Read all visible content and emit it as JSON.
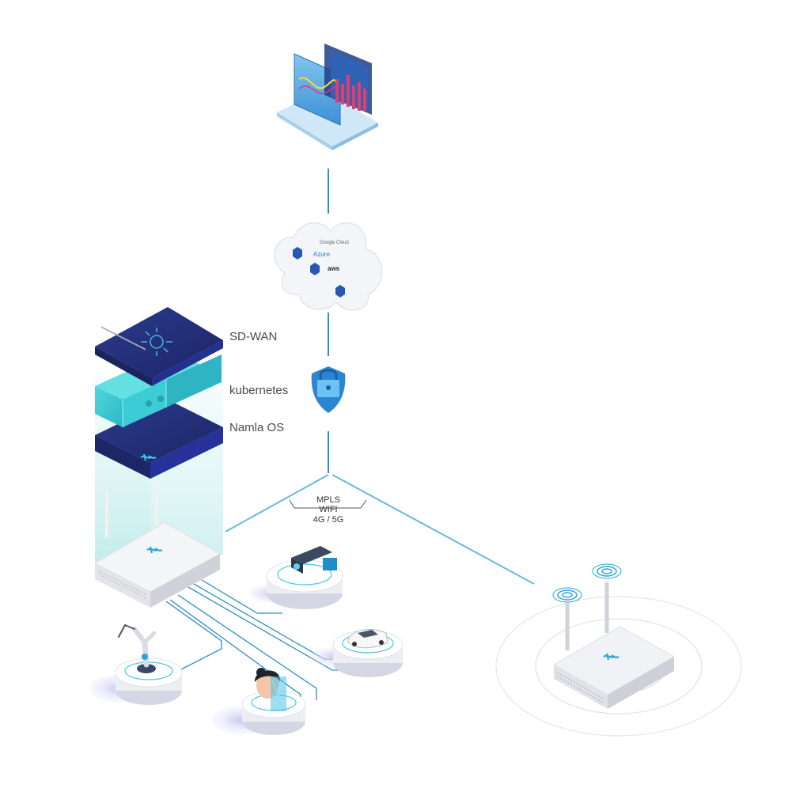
{
  "stack_layers": {
    "sdwan": "SD-WAN",
    "kubernetes": "kubernetes",
    "os": "Namla OS"
  },
  "network_links": [
    "MPLS",
    "WIFI",
    "4G / 5G"
  ],
  "cloud_providers": [
    "Google Cloud",
    "Azure",
    "aws"
  ],
  "icons": {
    "laptop": "laptop-dashboard-icon",
    "cloud": "cloud-icon",
    "lock": "security-lock-icon",
    "edge_box": "edge-gateway-icon",
    "router": "wifi-router-icon",
    "camera": "security-camera-icon",
    "car": "car-icon",
    "robot": "robot-arm-icon",
    "face": "face-recognition-icon"
  },
  "colors": {
    "accent": "#2aa7d6",
    "navy": "#2a3480",
    "teal": "#3cc9d3",
    "line": "#2f8fc4",
    "device": "#eef0f3"
  }
}
